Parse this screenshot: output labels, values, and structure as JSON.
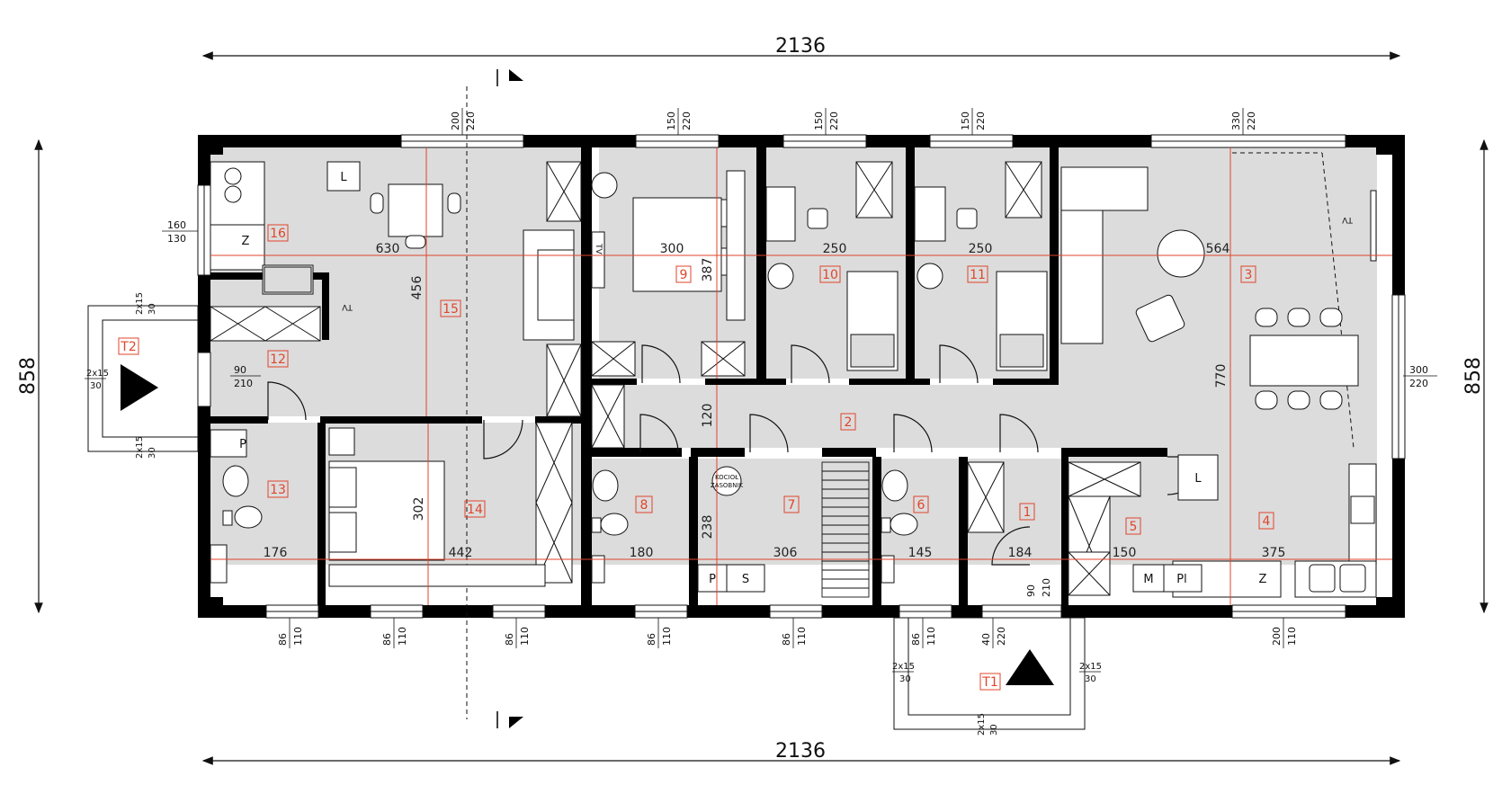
{
  "dimensions": {
    "overall_width_top": "2136",
    "overall_width_bottom": "2136",
    "overall_depth_left": "858",
    "overall_depth_right": "858"
  },
  "rooms": [
    {
      "id": "r1",
      "number": "1"
    },
    {
      "id": "r2",
      "number": "2"
    },
    {
      "id": "r3",
      "number": "3"
    },
    {
      "id": "r4",
      "number": "4"
    },
    {
      "id": "r5",
      "number": "5"
    },
    {
      "id": "r6",
      "number": "6"
    },
    {
      "id": "r7",
      "number": "7"
    },
    {
      "id": "r8",
      "number": "8"
    },
    {
      "id": "r9",
      "number": "9"
    },
    {
      "id": "r10",
      "number": "10"
    },
    {
      "id": "r11",
      "number": "11"
    },
    {
      "id": "r12",
      "number": "12"
    },
    {
      "id": "r13",
      "number": "13"
    },
    {
      "id": "r14",
      "number": "14"
    },
    {
      "id": "r15",
      "number": "15"
    },
    {
      "id": "r16",
      "number": "16"
    },
    {
      "id": "t1",
      "number": "T1"
    },
    {
      "id": "t2",
      "number": "T2"
    }
  ],
  "inner_dims": [
    {
      "id": "d630",
      "value": "630"
    },
    {
      "id": "d456",
      "value": "456"
    },
    {
      "id": "d300",
      "value": "300"
    },
    {
      "id": "d387",
      "value": "387"
    },
    {
      "id": "d250a",
      "value": "250"
    },
    {
      "id": "d250b",
      "value": "250"
    },
    {
      "id": "d564",
      "value": "564"
    },
    {
      "id": "d770",
      "value": "770"
    },
    {
      "id": "d120",
      "value": "120"
    },
    {
      "id": "d302",
      "value": "302"
    },
    {
      "id": "d442",
      "value": "442"
    },
    {
      "id": "d176",
      "value": "176"
    },
    {
      "id": "d180",
      "value": "180"
    },
    {
      "id": "d238",
      "value": "238"
    },
    {
      "id": "d306",
      "value": "306"
    },
    {
      "id": "d145",
      "value": "145"
    },
    {
      "id": "d184",
      "value": "184"
    },
    {
      "id": "d150",
      "value": "150"
    },
    {
      "id": "d375",
      "value": "375"
    }
  ],
  "openings": [
    {
      "id": "w-top-1",
      "a": "200",
      "b": "220"
    },
    {
      "id": "w-top-2",
      "a": "150",
      "b": "220"
    },
    {
      "id": "w-top-3",
      "a": "150",
      "b": "220"
    },
    {
      "id": "w-top-4",
      "a": "150",
      "b": "220"
    },
    {
      "id": "w-top-5",
      "a": "330",
      "b": "220"
    },
    {
      "id": "w-left",
      "a": "160",
      "b": "130"
    },
    {
      "id": "d-left",
      "a": "90",
      "b": "210"
    },
    {
      "id": "w-right",
      "a": "300",
      "b": "220"
    },
    {
      "id": "w-bot-1",
      "a": "86",
      "b": "110"
    },
    {
      "id": "w-bot-2",
      "a": "86",
      "b": "110"
    },
    {
      "id": "w-bot-3",
      "a": "86",
      "b": "110"
    },
    {
      "id": "w-bot-4",
      "a": "86",
      "b": "110"
    },
    {
      "id": "w-bot-5",
      "a": "86",
      "b": "110"
    },
    {
      "id": "w-bot-6",
      "a": "86",
      "b": "110"
    },
    {
      "id": "w-bot-7",
      "a": "40",
      "b": "220"
    },
    {
      "id": "w-bot-8",
      "a": "200",
      "b": "110"
    },
    {
      "id": "d-entrance",
      "a": "90",
      "b": "210"
    }
  ],
  "steps": [
    {
      "id": "s-t2-top",
      "a": "2x15",
      "b": "30"
    },
    {
      "id": "s-t2-left",
      "a": "2x15",
      "b": "30"
    },
    {
      "id": "s-t2-bot",
      "a": "2x15",
      "b": "30"
    },
    {
      "id": "s-t1-left",
      "a": "2x15",
      "b": "30"
    },
    {
      "id": "s-t1-right",
      "a": "2x15",
      "b": "30"
    },
    {
      "id": "s-t1-bot",
      "a": "2x15",
      "b": "30"
    }
  ],
  "equipment_marks": {
    "l_kitchen": "L",
    "z_kitchen": "Z",
    "p_bath": "P",
    "p_tech": "P",
    "s_tech": "S",
    "l_laundry": "L",
    "m": "M",
    "pl": "Pl",
    "z_right": "Z",
    "boiler_line1": "KOCIOŁ",
    "boiler_line2": "ZASOBNIK",
    "tv1": "TV",
    "tv2": "TV",
    "tv3": "TV"
  }
}
